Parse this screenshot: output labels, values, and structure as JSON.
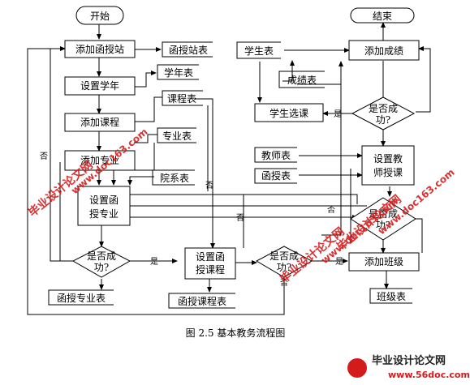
{
  "caption": "图 2.5  基本教务流程图",
  "nodes": {
    "start": "开始",
    "add_station": "添加函授站",
    "station_table": "函授站表",
    "set_year": "设置学年",
    "year_table": "学年表",
    "course_table": "课程表",
    "add_course": "添加课程",
    "major_table": "专业表",
    "add_major": "添加专业",
    "dept_table": "院系表",
    "set_major_l1": "设置函",
    "set_major_l2": "授专业",
    "ok1_l1": "是否成",
    "ok1_l2": "功?",
    "major_out_table": "函授专业表",
    "set_course_l1": "设置函",
    "set_course_l2": "授课程",
    "course_out_table": "函授课程表",
    "ok2_l1": "是否成",
    "ok2_l2": "功?",
    "end": "结束",
    "student_table": "学生表",
    "add_grade": "添加成绩",
    "grade_table": "成绩表",
    "select_course": "学生选课",
    "ok3_l1": "是否成",
    "ok3_l2": "功?",
    "teacher_table": "教师表",
    "set_teach_l1": "设置教",
    "set_teach_l2": "师授课",
    "corr_table": "函授表",
    "ok4_l1": "是否成",
    "ok4_l2": "功?",
    "add_class": "添加班级",
    "class_table": "班级表"
  },
  "edge_labels": {
    "yes1": "是",
    "yes2": "是",
    "yes3": "是",
    "no_left": "否",
    "no_mid": "否",
    "no_a": "否",
    "no_b": "否",
    "no_c": "否"
  },
  "watermarks": {
    "cn_text": "毕业设计论文网",
    "url": "www.doc163.com",
    "footer_url": "www.56doc.com",
    "footer_text": "毕业设计论文网"
  },
  "colors": {
    "line": "#000000",
    "watermark": "#d41b1b"
  }
}
